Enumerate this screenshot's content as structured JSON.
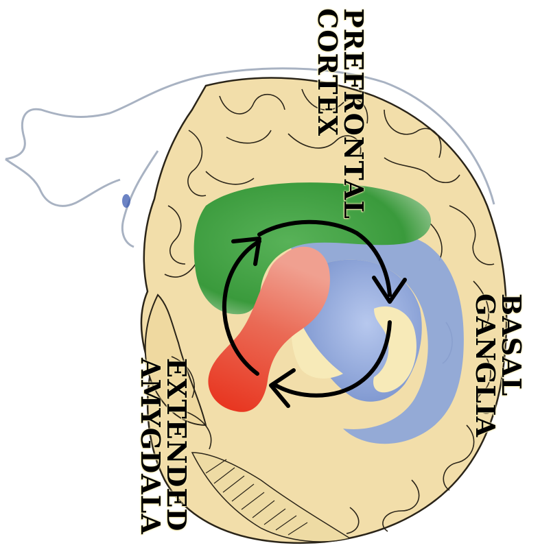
{
  "labels": {
    "prefrontal": [
      "PREFRONTAL",
      "CORTEX"
    ],
    "basal": [
      "BASAL",
      "GANGLIA"
    ],
    "amygdala": [
      "EXTENDED",
      "AMYGDALA"
    ]
  },
  "colors": {
    "brain_fill": "#f2deaa",
    "brain_outline": "#2a2418",
    "prefrontal": "#3fa040",
    "basal": "#8ea6d8",
    "amygdala": "#e8402a",
    "inner_yellow": "#f7eab8",
    "cycle_arrow": "#000000",
    "head_outline": "#a8b2c2"
  },
  "icons": {
    "cycle": "cycle-arrows-icon"
  }
}
